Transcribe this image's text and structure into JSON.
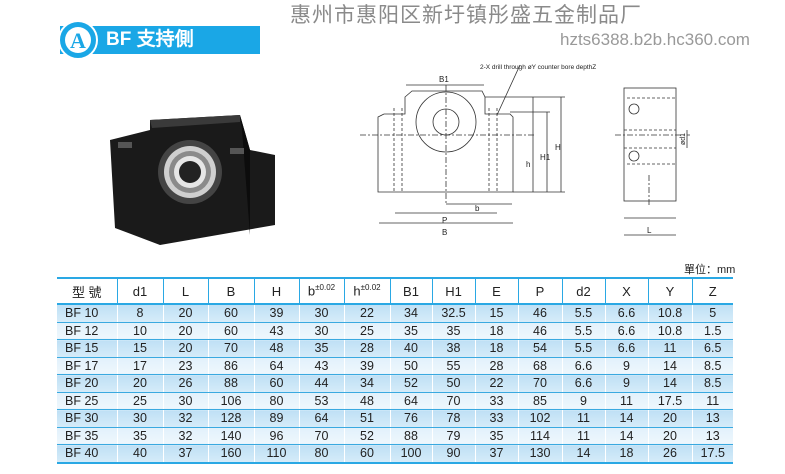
{
  "header": {
    "logo_letter": "A",
    "title": "BF 支持側"
  },
  "drawing": {
    "note": "2-X drill through øY counter bore depthZ",
    "labels": {
      "B1": "B1",
      "H": "H",
      "H1": "H1",
      "h": "h",
      "b": "b",
      "P": "P",
      "B": "B",
      "d1": "ød1",
      "L": "L"
    }
  },
  "unit": "單位：mm",
  "table": {
    "headers": [
      "型 號",
      "d1",
      "L",
      "B",
      "H",
      "b",
      "h",
      "B1",
      "H1",
      "E",
      "P",
      "d2",
      "X",
      "Y",
      "Z"
    ],
    "tolerance": "±0.02",
    "rows": [
      [
        "BF 10",
        "8",
        "20",
        "60",
        "39",
        "30",
        "22",
        "34",
        "32.5",
        "15",
        "46",
        "5.5",
        "6.6",
        "10.8",
        "5"
      ],
      [
        "BF 12",
        "10",
        "20",
        "60",
        "43",
        "30",
        "25",
        "35",
        "35",
        "18",
        "46",
        "5.5",
        "6.6",
        "10.8",
        "1.5"
      ],
      [
        "BF 15",
        "15",
        "20",
        "70",
        "48",
        "35",
        "28",
        "40",
        "38",
        "18",
        "54",
        "5.5",
        "6.6",
        "11",
        "6.5"
      ],
      [
        "BF 17",
        "17",
        "23",
        "86",
        "64",
        "43",
        "39",
        "50",
        "55",
        "28",
        "68",
        "6.6",
        "9",
        "14",
        "8.5"
      ],
      [
        "BF 20",
        "20",
        "26",
        "88",
        "60",
        "44",
        "34",
        "52",
        "50",
        "22",
        "70",
        "6.6",
        "9",
        "14",
        "8.5"
      ],
      [
        "BF 25",
        "25",
        "30",
        "106",
        "80",
        "53",
        "48",
        "64",
        "70",
        "33",
        "85",
        "9",
        "11",
        "17.5",
        "11"
      ],
      [
        "BF 30",
        "30",
        "32",
        "128",
        "89",
        "64",
        "51",
        "76",
        "78",
        "33",
        "102",
        "11",
        "14",
        "20",
        "13"
      ],
      [
        "BF 35",
        "35",
        "32",
        "140",
        "96",
        "70",
        "52",
        "88",
        "79",
        "35",
        "114",
        "11",
        "14",
        "20",
        "13"
      ],
      [
        "BF 40",
        "40",
        "37",
        "160",
        "110",
        "80",
        "60",
        "100",
        "90",
        "37",
        "130",
        "14",
        "18",
        "26",
        "17.5"
      ]
    ]
  },
  "watermark": {
    "company": "惠州市惠阳区新圩镇彤盛五金制品厂",
    "site": "hzts6388.b2b.hc360.com"
  }
}
